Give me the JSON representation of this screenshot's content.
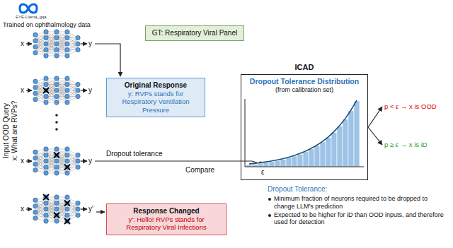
{
  "diagram": {
    "nodes": [
      {
        "text": [
          "GT: Respiratory Viral Panel"
        ]
      },
      {
        "text": [
          "Original Response",
          "y: RVPs stands for Respiratory Ventilation Pressure"
        ]
      },
      {
        "text": [
          "ICAD",
          "Dropout Tolerance Distribution",
          "(from calibration set)"
        ]
      },
      {
        "text": [
          "Response Changed",
          "y': Hello! RVPs stands for Respiratory Viral Infections"
        ]
      }
    ],
    "labels": [
      "EYE-Llama_gqa",
      "Trained on ophthalmology data",
      "Input OOD Query",
      "x: What are RVPs?",
      "x",
      "y",
      "x",
      "y",
      "x",
      "y",
      "x",
      "y'",
      "Dropout tolerance",
      "Compare",
      "ε",
      "p < ε → x is OOD",
      "p ≥ ε → x is iD",
      "Dropout Tolerance:",
      "Minimum fraction of neurons required to be dropped to change LLM's prediction",
      "Expected to be higher for iD than OOD inputs, and therefore used for detection"
    ]
  }
}
